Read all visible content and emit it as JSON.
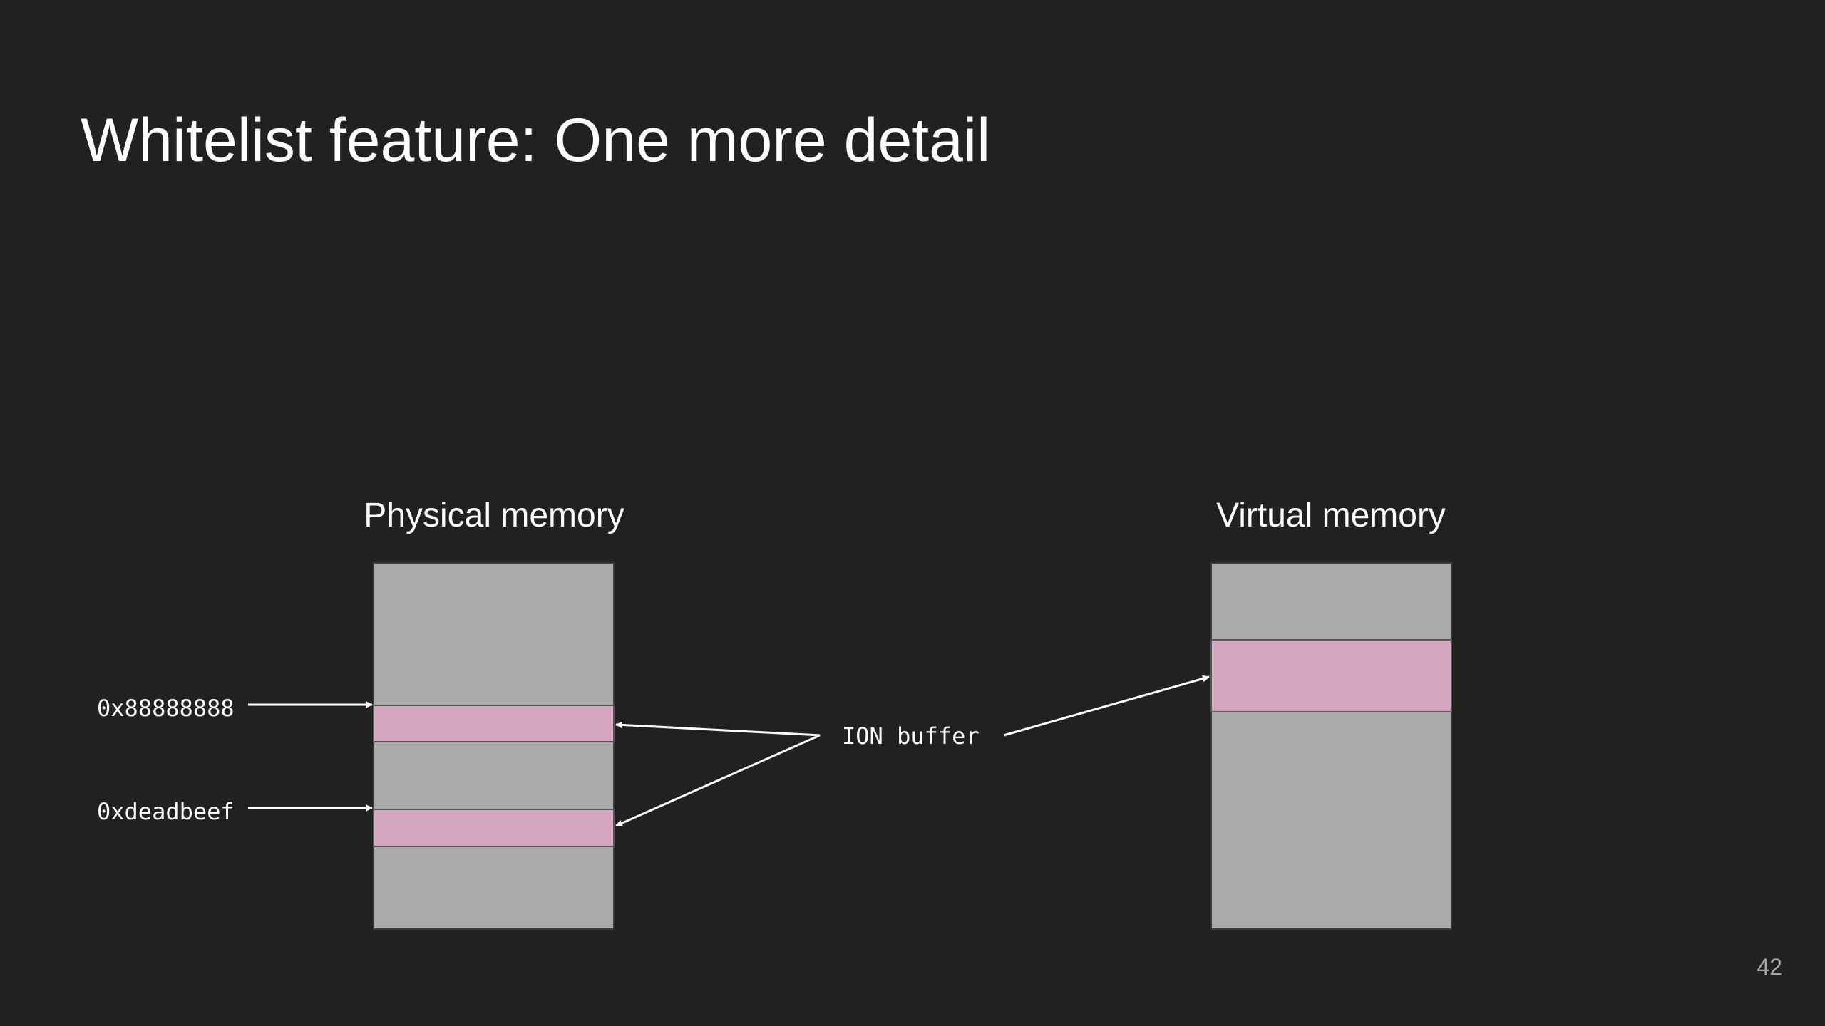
{
  "slide": {
    "title": "Whitelist feature: One more detail",
    "page_number": "42"
  },
  "physical": {
    "heading": "Physical memory",
    "addresses": [
      "0x88888888",
      "0xdeadbeef"
    ]
  },
  "virtual": {
    "heading": "Virtual memory"
  },
  "buffer_label": "ION buffer",
  "colors": {
    "background": "#212121",
    "memory_block": "#aaaaaa",
    "ion_region": "#d4a5bf",
    "text": "#ffffff",
    "page_number": "#a8a8a8"
  }
}
